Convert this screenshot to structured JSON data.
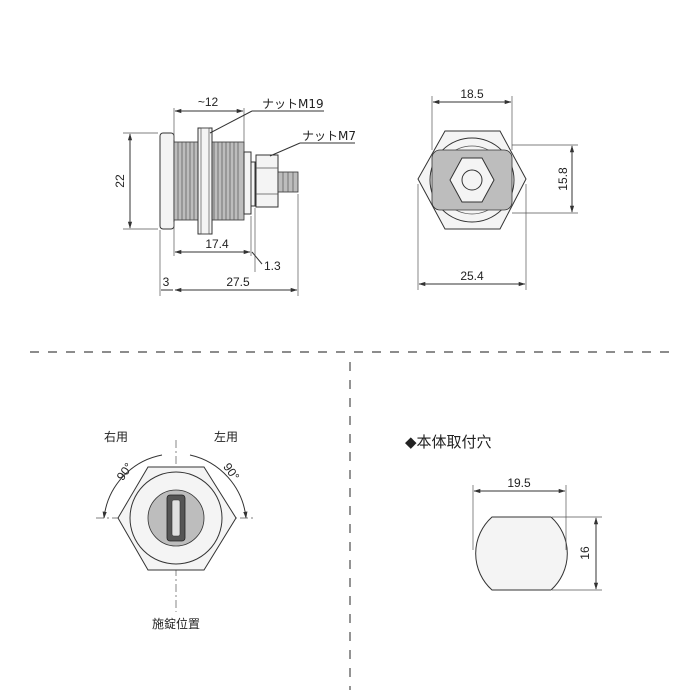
{
  "side_view": {
    "dim_tilde_12": "~12",
    "nut_m19": "ナットM19",
    "nut_m7": "ナットM7",
    "dim_22": "22",
    "dim_17_4": "17.4",
    "dim_1_3": "1.3",
    "dim_3": "3",
    "dim_27_5": "27.5"
  },
  "front_view": {
    "dim_18_5": "18.5",
    "dim_15_8": "15.8",
    "dim_25_4": "25.4"
  },
  "rotation_view": {
    "right_label": "右用",
    "left_label": "左用",
    "angle_right": "90°",
    "angle_left": "90°",
    "caption": "施錠位置"
  },
  "mounting_hole": {
    "title": "◆本体取付穴",
    "dim_19_5": "19.5",
    "dim_16": "16"
  }
}
